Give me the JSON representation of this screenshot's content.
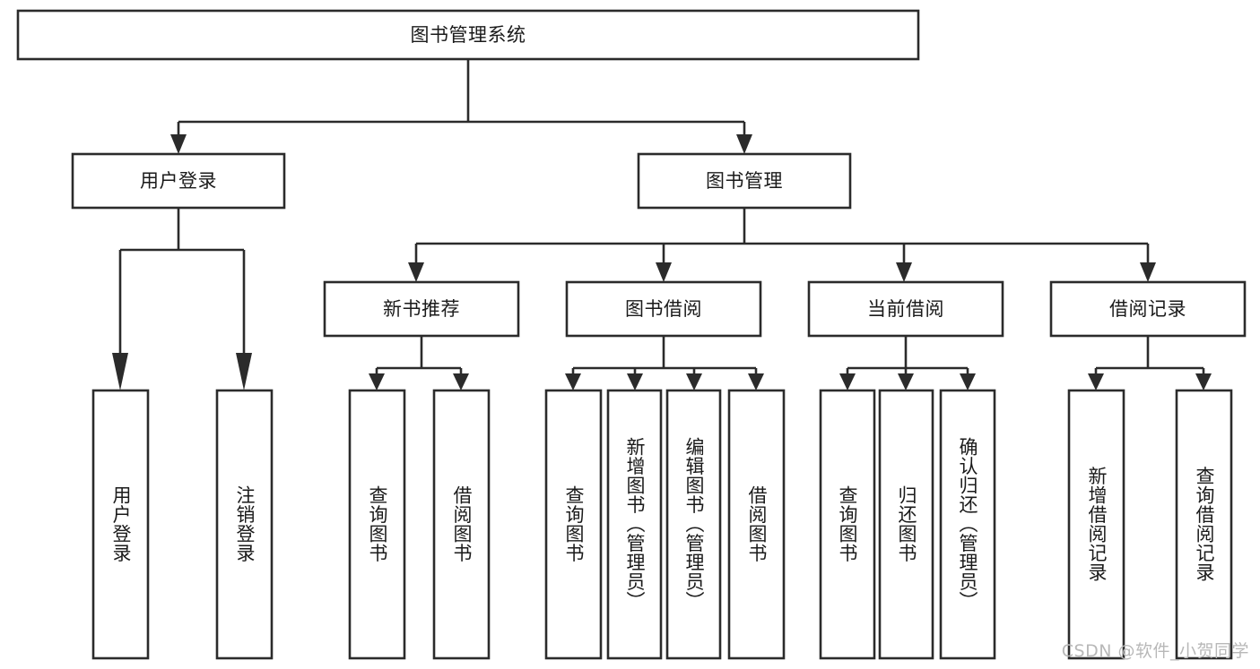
{
  "diagram": {
    "type": "tree-hierarchy-chart",
    "title": "图书管理系统",
    "background_color": "#ffffff",
    "line_color": "#2b2b2b",
    "text_color": "#1a1a1a",
    "levels": [
      {
        "level": 1,
        "nodes": [
          {
            "id": "root",
            "label": "图书管理系统",
            "orientation": "horizontal"
          }
        ]
      },
      {
        "level": 2,
        "nodes": [
          {
            "id": "login",
            "label": "用户登录",
            "orientation": "horizontal",
            "parent": "root"
          },
          {
            "id": "bookmgmt",
            "label": "图书管理",
            "orientation": "horizontal",
            "parent": "root"
          }
        ]
      },
      {
        "level": 3,
        "nodes": [
          {
            "id": "newbook",
            "label": "新书推荐",
            "orientation": "horizontal",
            "parent": "bookmgmt"
          },
          {
            "id": "borrow",
            "label": "图书借阅",
            "orientation": "horizontal",
            "parent": "bookmgmt"
          },
          {
            "id": "current",
            "label": "当前借阅",
            "orientation": "horizontal",
            "parent": "bookmgmt"
          },
          {
            "id": "records",
            "label": "借阅记录",
            "orientation": "horizontal",
            "parent": "bookmgmt"
          }
        ]
      },
      {
        "level": 4,
        "nodes": [
          {
            "id": "leaf-user-login",
            "label": "用户登录",
            "orientation": "vertical",
            "parent": "login"
          },
          {
            "id": "leaf-user-logout",
            "label": "注销登录",
            "orientation": "vertical",
            "parent": "login"
          },
          {
            "id": "leaf-query-book-new",
            "label": "查询图书",
            "orientation": "vertical",
            "parent": "newbook"
          },
          {
            "id": "leaf-borrow-book-new",
            "label": "借阅图书",
            "orientation": "vertical",
            "parent": "newbook"
          },
          {
            "id": "leaf-query-book-borrow",
            "label": "查询图书",
            "orientation": "vertical",
            "parent": "borrow"
          },
          {
            "id": "leaf-add-book",
            "label": "新增图书（管理员）",
            "orientation": "vertical",
            "parent": "borrow"
          },
          {
            "id": "leaf-edit-book",
            "label": "编辑图书（管理员）",
            "orientation": "vertical",
            "parent": "borrow"
          },
          {
            "id": "leaf-borrow-book",
            "label": "借阅图书",
            "orientation": "vertical",
            "parent": "borrow"
          },
          {
            "id": "leaf-query-book-current",
            "label": "查询图书",
            "orientation": "vertical",
            "parent": "current"
          },
          {
            "id": "leaf-return-book",
            "label": "归还图书",
            "orientation": "vertical",
            "parent": "current"
          },
          {
            "id": "leaf-confirm-return",
            "label": "确认归还（管理员）",
            "orientation": "vertical",
            "parent": "current"
          },
          {
            "id": "leaf-add-record",
            "label": "新增借阅记录",
            "orientation": "vertical",
            "parent": "records"
          },
          {
            "id": "leaf-query-record",
            "label": "查询借阅记录",
            "orientation": "vertical",
            "parent": "records"
          }
        ]
      }
    ]
  },
  "watermark": {
    "text": "CSDN @软件_小贺同学",
    "color": "#b8b8b8"
  }
}
